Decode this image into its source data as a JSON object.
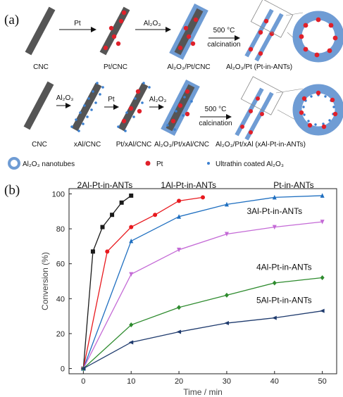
{
  "panel_a": {
    "label": "(a)",
    "row1": {
      "stage_labels": [
        "CNC",
        "Pt/CNC",
        "Al₂O₃/Pt/CNC",
        "Al₂O₃/Pt (Pt-in-ANTs)"
      ],
      "arrow_labels": [
        "Pt",
        "Al₂O₃",
        "500 °C\ncalcination"
      ]
    },
    "row2": {
      "stage_labels": [
        "CNC",
        "xAl/CNC",
        "Pt/xAl/CNC",
        "Al₂O₃/Pt/xAl/CNC",
        "Al₂O₃/Pt/xAl (xAl-Pt-in-ANTs)"
      ],
      "arrow_labels": [
        "Al₂O₃",
        "Pt",
        "Al₂O₃",
        "500 °C\ncalcination"
      ]
    },
    "legend": [
      {
        "label": "Al₂O₃ nanotubes",
        "icon": "ring-icon"
      },
      {
        "label": "Pt",
        "icon": "red-dot-icon"
      },
      {
        "label": "Ultrathin coated Al₂O₃",
        "icon": "blue-dot-icon"
      }
    ],
    "colors": {
      "cnc": "#555555",
      "alumina": "#6f9cd4",
      "pt": "#e0202a",
      "ultrathin": "#3a7fd0"
    }
  },
  "panel_b": {
    "label": "(b)"
  },
  "chart_data": {
    "type": "line",
    "xlabel": "Time / min",
    "ylabel": "Conversion (%)",
    "xlim": [
      -3,
      53
    ],
    "ylim": [
      -3,
      103
    ],
    "xticks": [
      0,
      10,
      20,
      30,
      40,
      50
    ],
    "yticks": [
      0,
      20,
      40,
      60,
      80,
      100
    ],
    "grid": false,
    "series": [
      {
        "name": "2Al-Pt-in-ANTs",
        "color": "#1a1a1a",
        "marker": "square",
        "x": [
          0,
          2,
          4,
          6,
          8,
          10
        ],
        "y": [
          0,
          67,
          81,
          88,
          95,
          99
        ]
      },
      {
        "name": "1Al-Pt-in-ANTs",
        "color": "#e8191e",
        "marker": "circle",
        "x": [
          0,
          5,
          10,
          15,
          20,
          25
        ],
        "y": [
          0,
          67,
          81,
          88,
          96,
          98
        ]
      },
      {
        "name": "Pt-in-ANTs",
        "color": "#1f6fc0",
        "marker": "triangle-up",
        "x": [
          0,
          10,
          20,
          30,
          40,
          50
        ],
        "y": [
          0,
          73,
          87,
          94,
          98,
          99
        ]
      },
      {
        "name": "3Al-Pt-in-ANTs",
        "color": "#c46ad6",
        "marker": "triangle-down",
        "x": [
          0,
          10,
          20,
          30,
          40,
          50
        ],
        "y": [
          0,
          54,
          68,
          77,
          81,
          84
        ]
      },
      {
        "name": "4Al-Pt-in-ANTs",
        "color": "#2e8b2e",
        "marker": "diamond",
        "x": [
          0,
          10,
          20,
          30,
          40,
          50
        ],
        "y": [
          0,
          25,
          35,
          42,
          49,
          52
        ]
      },
      {
        "name": "5Al-Pt-in-ANTs",
        "color": "#1f3b6e",
        "marker": "triangle-left",
        "x": [
          0,
          10,
          20,
          30,
          40,
          50
        ],
        "y": [
          0,
          15,
          21,
          26,
          29,
          33
        ]
      }
    ]
  }
}
